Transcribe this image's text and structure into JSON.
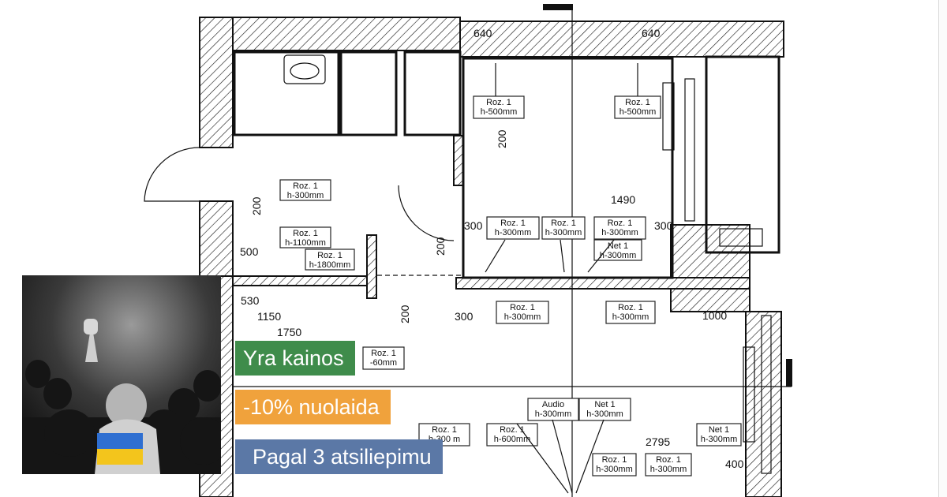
{
  "plan": {
    "dimensions": {
      "top_left": "640",
      "top_right": "640",
      "width_1490": "1490",
      "d200_a": "200",
      "d200_b": "200",
      "d200_c": "200",
      "d200_d": "200",
      "d300_a": "300",
      "d300_b": "300",
      "d300_c": "300",
      "d500": "500",
      "d530": "530",
      "d1150": "1150",
      "d1750": "1750",
      "d1000": "1000",
      "d2795": "2795",
      "d400": "400"
    },
    "labels": [
      {
        "line1": "Roz. 1",
        "line2": "h-500mm"
      },
      {
        "line1": "Roz. 1",
        "line2": "h-500mm"
      },
      {
        "line1": "Roz. 1",
        "line2": "h-300mm"
      },
      {
        "line1": "Roz. 1",
        "line2": "h-1100mm"
      },
      {
        "line1": "Roz. 1",
        "line2": "h-1800mm"
      },
      {
        "line1": "Roz. 1",
        "line2": "h-300mm"
      },
      {
        "line1": "Roz. 1",
        "line2": "h-300mm"
      },
      {
        "line1": "Roz. 1",
        "line2": "h-300mm"
      },
      {
        "line1": "Net 1",
        "line2": "h-300mm"
      },
      {
        "line1": "Roz. 1",
        "line2": "h-300mm"
      },
      {
        "line1": "Roz. 1",
        "line2": "h-300mm"
      },
      {
        "line1": "Roz. 1",
        "line2": "-60mm"
      },
      {
        "line1": "Audio",
        "line2": "h-300mm"
      },
      {
        "line1": "Net 1",
        "line2": "h-300mm"
      },
      {
        "line1": "Roz. 1",
        "line2": "h-600mm"
      },
      {
        "line1": "Roz. 1",
        "line2": "h-300mm"
      },
      {
        "line1": "Roz. 1",
        "line2": "h-300mm"
      },
      {
        "line1": "Net 1",
        "line2": "h-300mm"
      },
      {
        "line1": "Roz. 1",
        "line2": "h-300 m"
      }
    ]
  },
  "badges": {
    "prices": "Yra kainos",
    "discount": "-10% nuolaida",
    "reviews": "Pagal 3 atsiliepimu"
  },
  "colors": {
    "green": "#3f8c4b",
    "orange": "#f0a23c",
    "blue": "#5b78a6"
  },
  "photo": {
    "icon": "ukraine-flag-icon"
  }
}
